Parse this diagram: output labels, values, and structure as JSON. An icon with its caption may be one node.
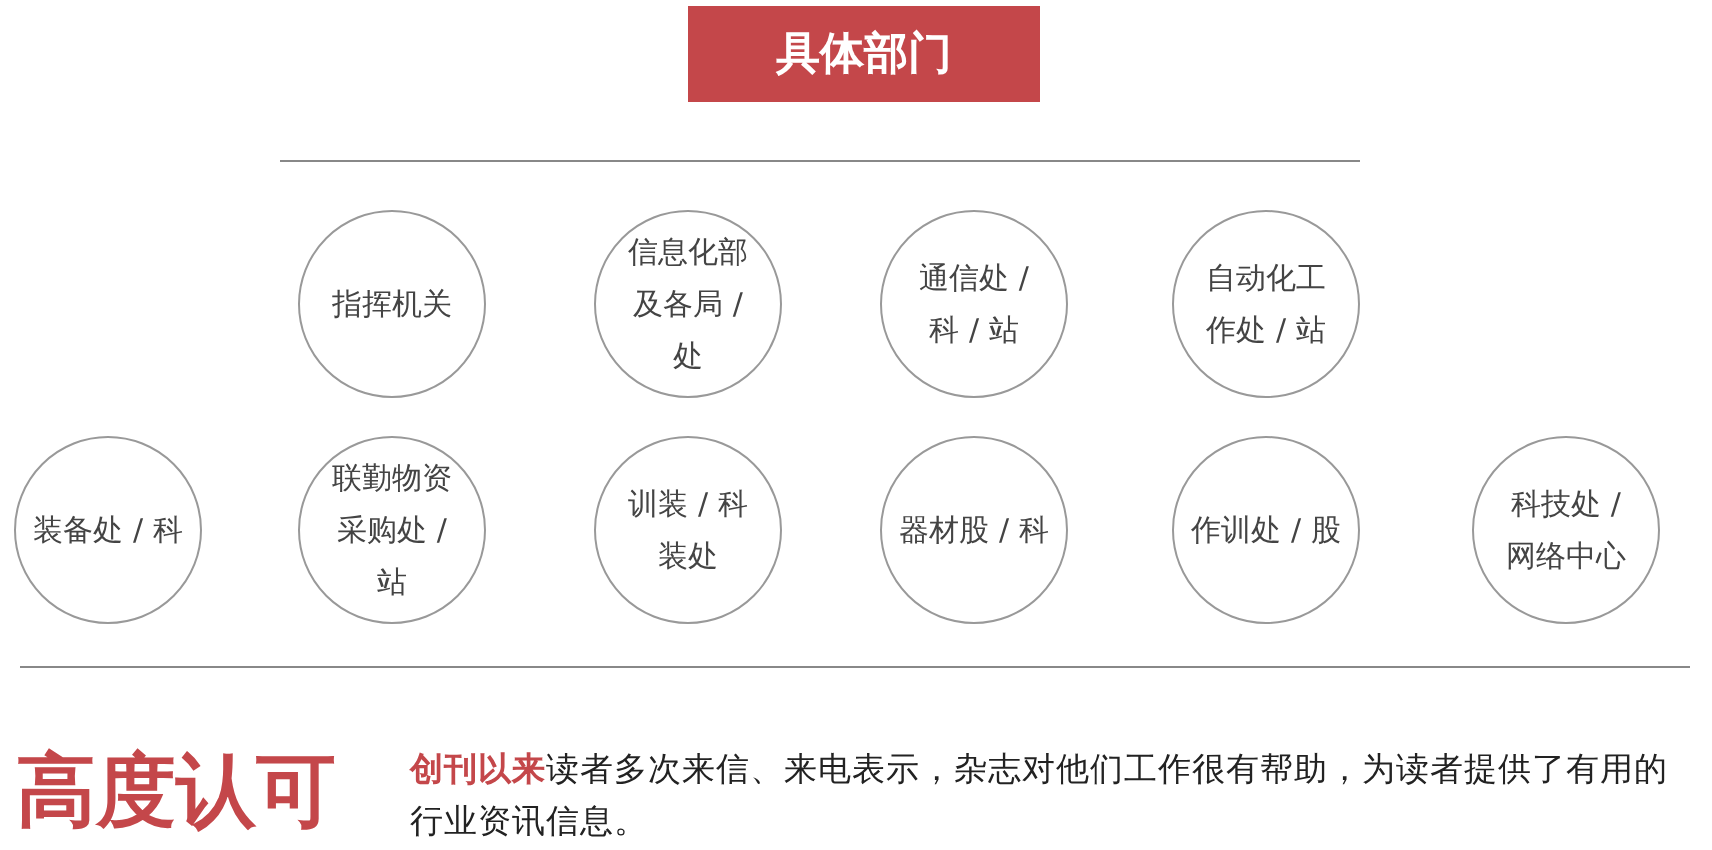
{
  "diagram": {
    "title": "具体部门",
    "nodes": [
      {
        "text": [
          "指挥机关"
        ]
      },
      {
        "text": [
          "信息化部及各局 / 处"
        ]
      },
      {
        "text": [
          "通信处 / 科 / 站"
        ]
      },
      {
        "text": [
          "自动化工作处 / 站"
        ]
      },
      {
        "text": [
          "装备处 / 科"
        ]
      },
      {
        "text": [
          "联勤物资采购处 / 站"
        ]
      },
      {
        "text": [
          "训装 / 科装处"
        ]
      },
      {
        "text": [
          "器材股 / 科"
        ]
      },
      {
        "text": [
          "作训处 / 股"
        ]
      },
      {
        "text": [
          "科技处 / 网络中心"
        ]
      }
    ],
    "labels": [
      "高度认可",
      "**创刊以来**读者多次来信、来电表示，杂志对他们工作很有帮助，为读者提供了有用的行业资讯信息。"
    ]
  }
}
